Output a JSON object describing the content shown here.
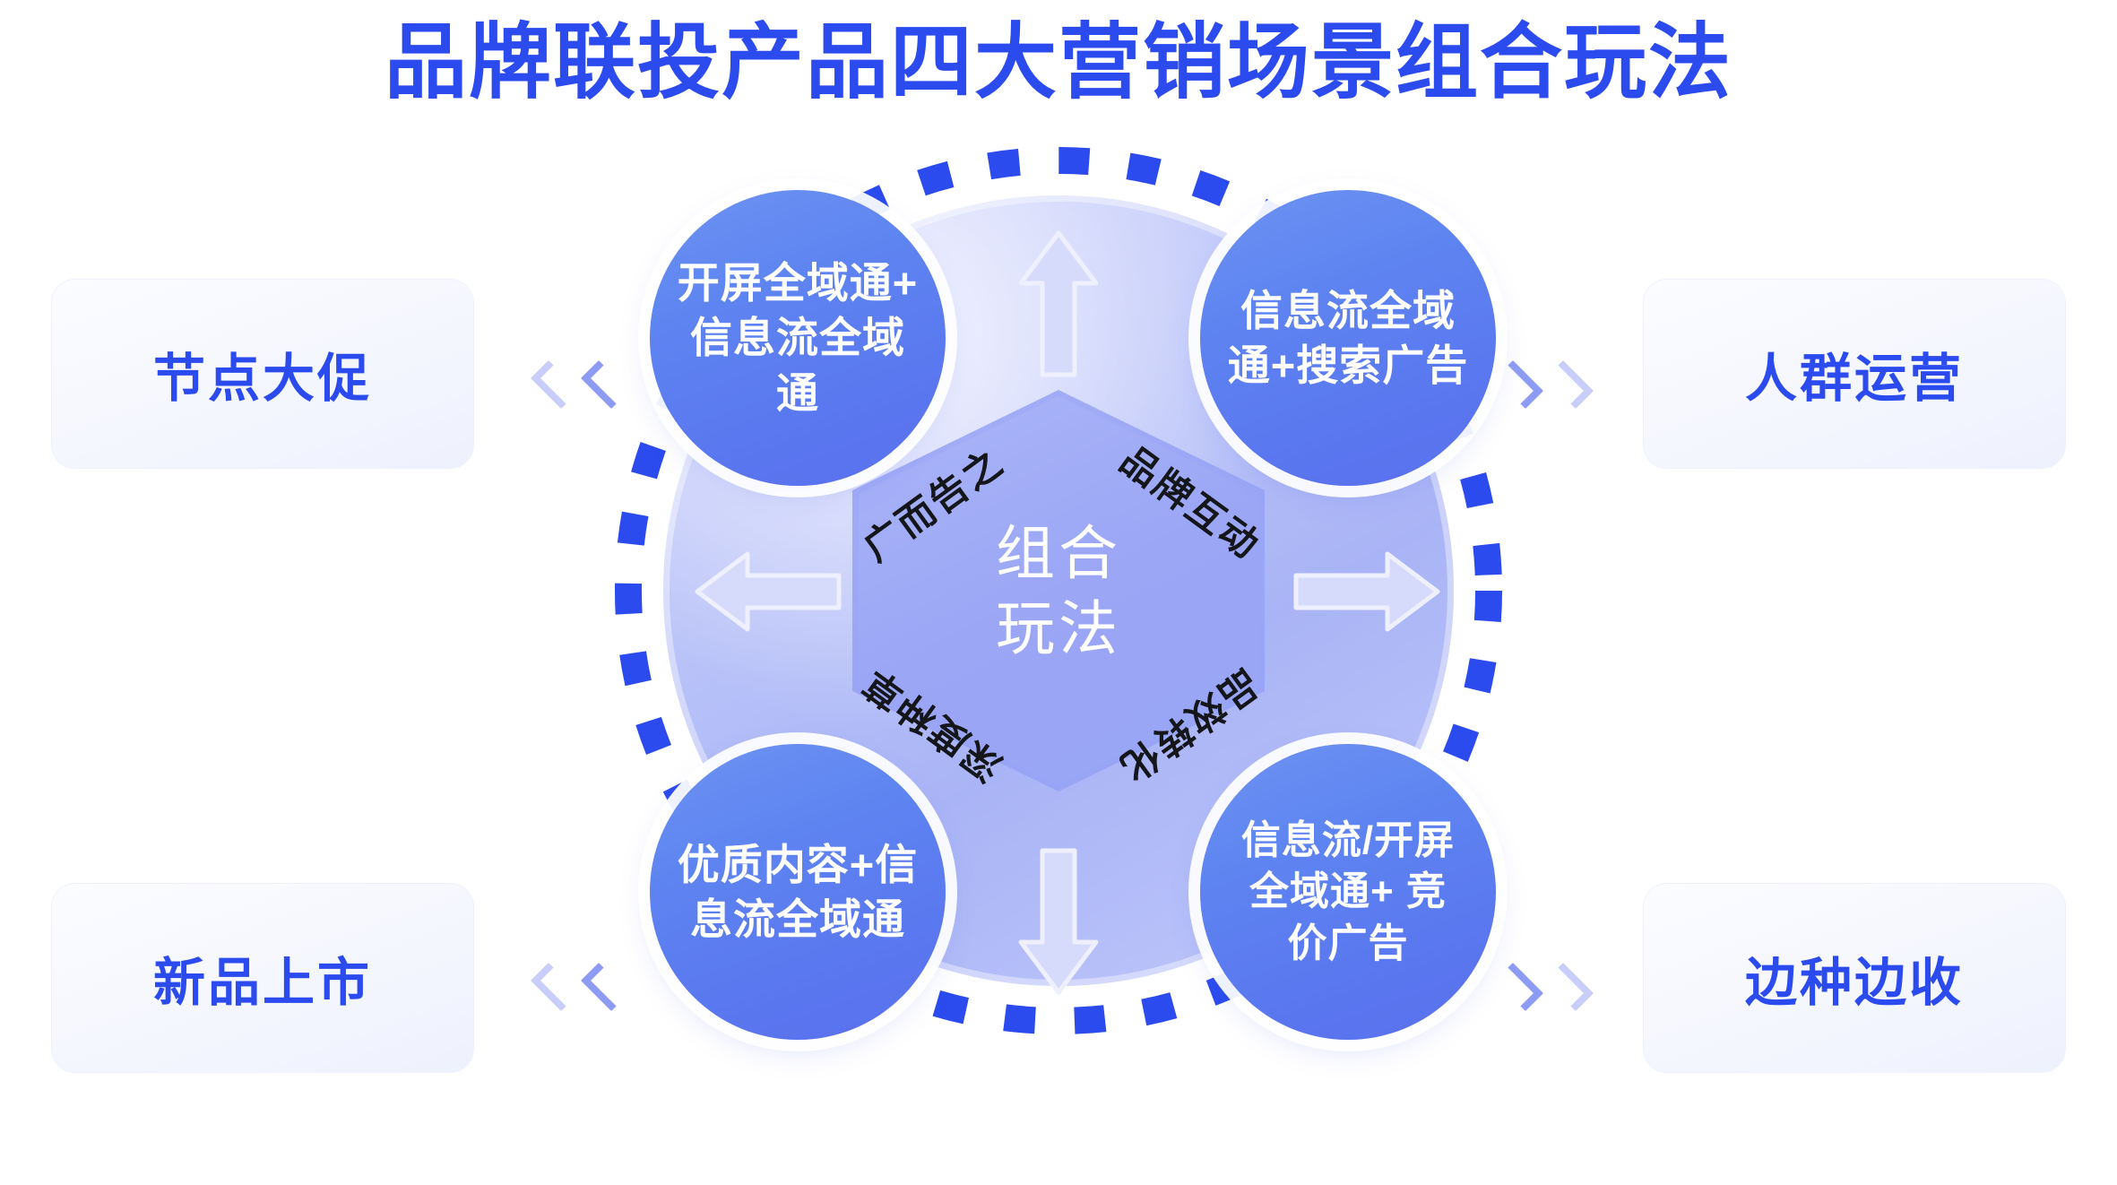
{
  "page": {
    "title": "品牌联投产品四大营销场景组合玩法",
    "title_color": "#2B4BEE",
    "background_color": "#FFFFFF"
  },
  "center": {
    "hexagon_label": "组合\n玩法",
    "hexagon_fill": "#9BA7F5",
    "disc_fill": "#B9C2F8"
  },
  "arrows": {
    "up": "arrow-up-icon",
    "down": "arrow-down-icon",
    "left": "arrow-left-icon",
    "right": "arrow-right-icon",
    "fill": "#D5D9FB"
  },
  "ring": {
    "style": "dashed-circle",
    "dash_color": "#2B4BEE"
  },
  "quadrant_captions": [
    {
      "id": "top-left",
      "text": "广而告之",
      "rotation": -36
    },
    {
      "id": "top-right",
      "text": "品牌互动",
      "rotation": 36
    },
    {
      "id": "bottom-left",
      "text": "深度种草",
      "rotation": -144
    },
    {
      "id": "bottom-right",
      "text": "品效转化",
      "rotation": 144
    }
  ],
  "nodes": [
    {
      "id": "top-left",
      "text": "开屏全域通+\n信息流全域通"
    },
    {
      "id": "top-right",
      "text": "信息流全域\n通+搜索广告"
    },
    {
      "id": "bottom-left",
      "text": "优质内容+信\n息流全域通"
    },
    {
      "id": "bottom-right",
      "text": "信息流/开屏\n全域通+ 竞\n价广告"
    }
  ],
  "scenarios": [
    {
      "id": "top-left",
      "label": "节点大促",
      "chevron": "chevron-left-icon"
    },
    {
      "id": "top-right",
      "label": "人群运营",
      "chevron": "chevron-right-icon"
    },
    {
      "id": "bottom-left",
      "label": "新品上市",
      "chevron": "chevron-left-icon"
    },
    {
      "id": "bottom-right",
      "label": "边种边收",
      "chevron": "chevron-right-icon"
    }
  ]
}
